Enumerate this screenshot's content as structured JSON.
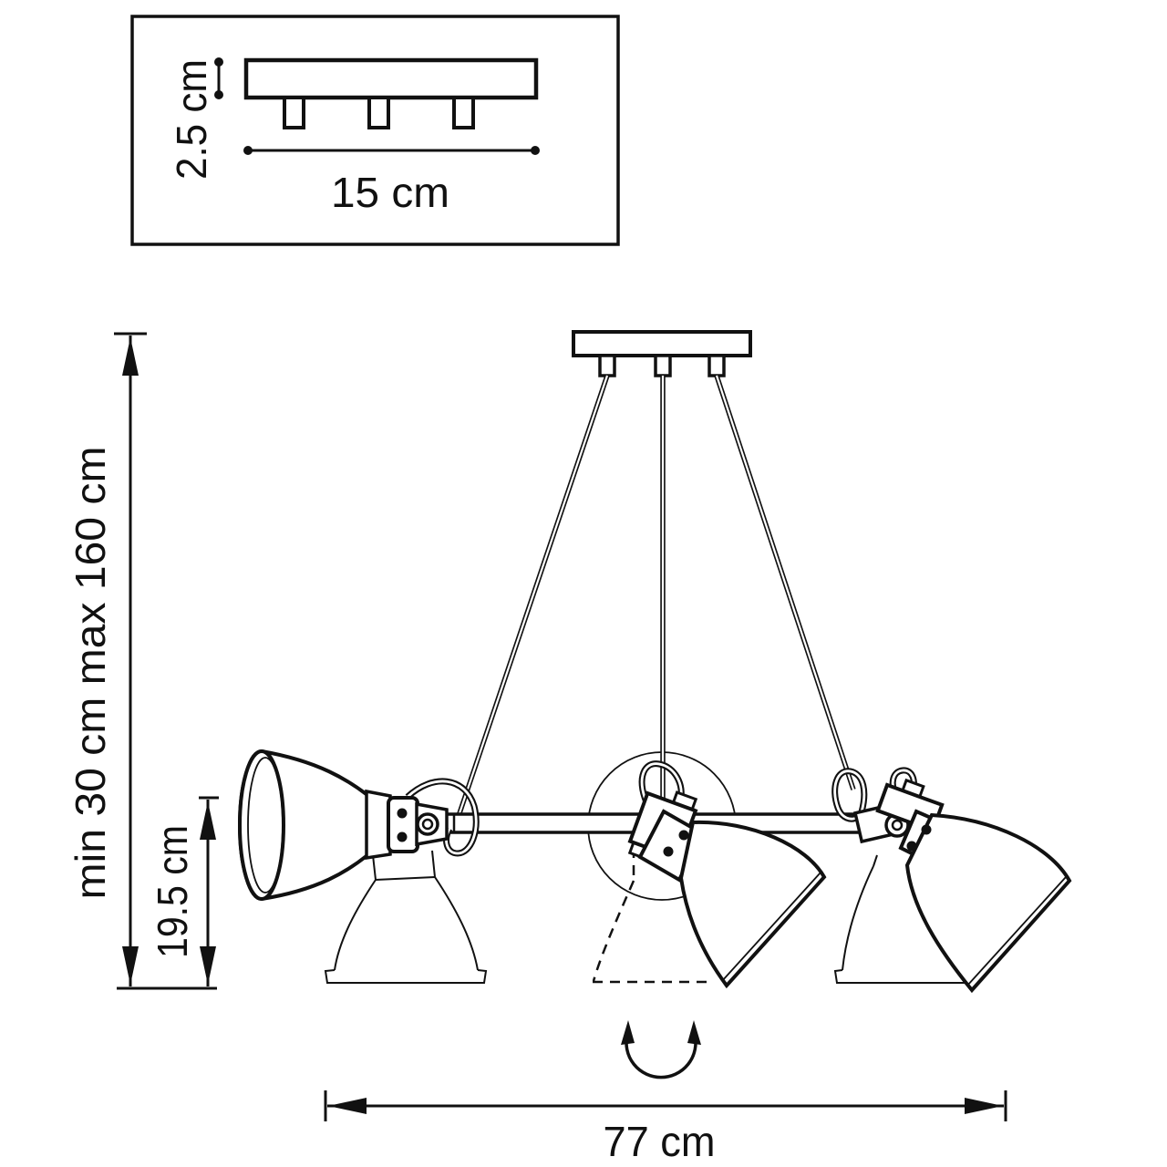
{
  "colors": {
    "ink": "#111111",
    "background": "#ffffff"
  },
  "inset": {
    "height_label": "2.5 cm",
    "width_label": "15 cm"
  },
  "dimensions": {
    "suspension_label": "min 30 cm max 160 cm",
    "head_height_label": "19.5 cm",
    "fixture_width_label": "77 cm"
  }
}
